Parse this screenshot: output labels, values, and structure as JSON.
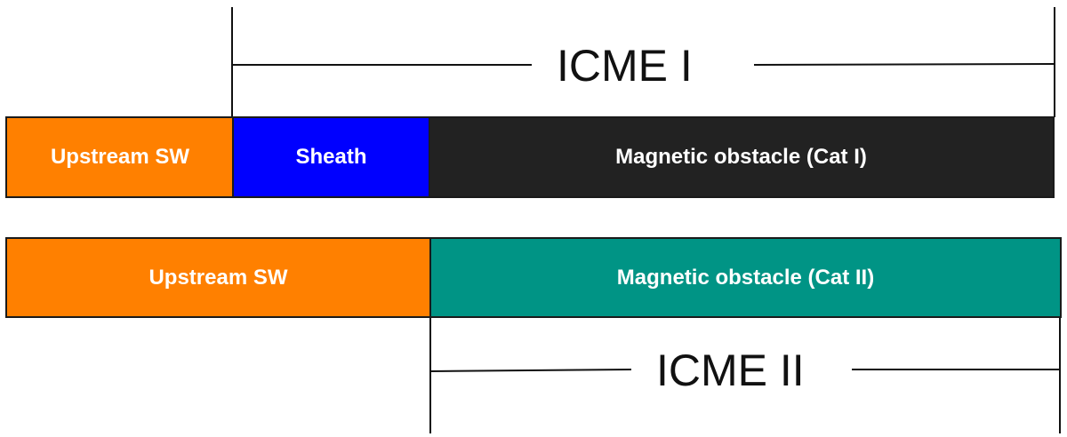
{
  "row1": {
    "segments": [
      {
        "label": "Upstream SW",
        "color": "#ff8000"
      },
      {
        "label": "Sheath",
        "color": "#0000ff"
      },
      {
        "label": "Magnetic obstacle (Cat I)",
        "color": "#222222"
      }
    ]
  },
  "row2": {
    "segments": [
      {
        "label": "Upstream SW",
        "color": "#ff8000"
      },
      {
        "label": "Magnetic obstacle (Cat II)",
        "color": "#009485"
      }
    ]
  },
  "brackets": {
    "icme1": "ICME I",
    "icme2": "ICME II"
  }
}
